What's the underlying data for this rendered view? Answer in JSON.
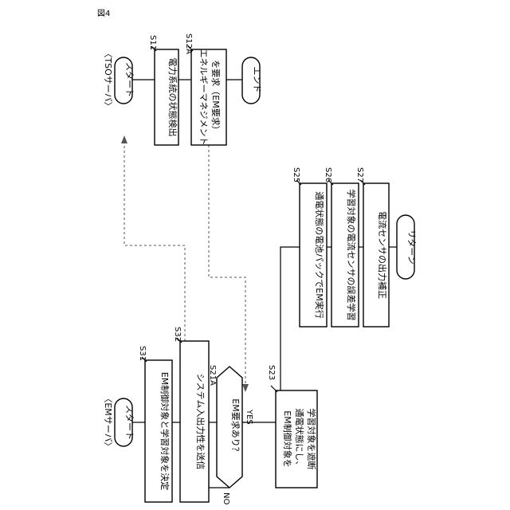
{
  "figure_label": "図4",
  "tso": {
    "lane": "〈TSOサーバ〉",
    "start": "スタート",
    "end": "エンド",
    "steps": [
      {
        "id": "S11",
        "text": "電力系統の状態検出"
      },
      {
        "id": "S12A",
        "lines": [
          "エネルギーマネジメント",
          "を要求（EM要求）"
        ]
      }
    ]
  },
  "em": {
    "lane": "〈EMサーバ〉",
    "start": "スタート",
    "return": "リターン",
    "steps": [
      {
        "id": "S31",
        "text": "EM制御対象と学習対象を決定"
      },
      {
        "id": "S32",
        "text": "システム入出力性を送信"
      },
      {
        "id": "S21A",
        "text": "EM要求あり？",
        "yes": "YES",
        "no": "NO"
      },
      {
        "id": "S23",
        "lines": [
          "EM制御対象を",
          "通電状態にし、",
          "学習対象を遮断"
        ]
      },
      {
        "id": "S25",
        "text": "通電状態の電池パックでEM実行"
      },
      {
        "id": "S26",
        "text": "学習対象の電流センサの誤差学習"
      },
      {
        "id": "S27",
        "text": "電流センサの出力補正"
      }
    ]
  }
}
